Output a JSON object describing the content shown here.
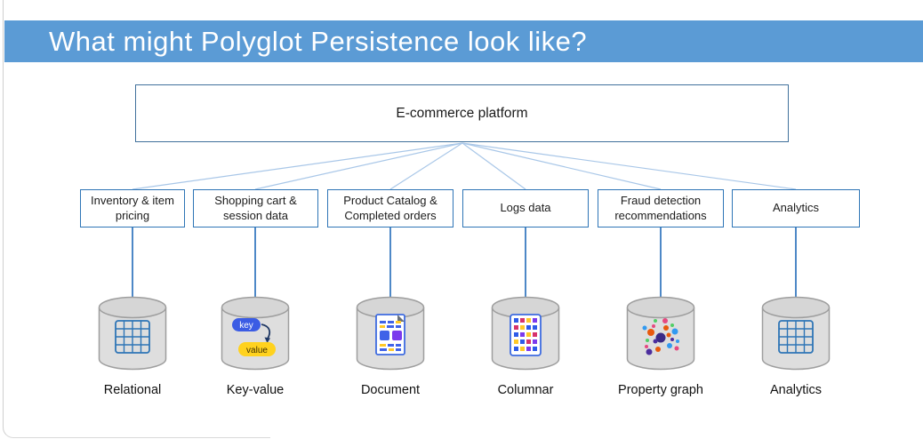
{
  "slide": {
    "title": "What might Polyglot Persistence look like?",
    "root_box": "E-commerce platform",
    "branches": [
      {
        "box_label": "Inventory & item pricing",
        "db_type": "Relational",
        "icon": "table-grid-icon"
      },
      {
        "box_label": "Shopping cart & session data",
        "db_type": "Key-value",
        "icon": "key-value-icon",
        "key_text": "key",
        "value_text": "value"
      },
      {
        "box_label": "Product Catalog & Completed orders",
        "db_type": "Document",
        "icon": "document-icon"
      },
      {
        "box_label": "Logs data",
        "db_type": "Columnar",
        "icon": "columnar-grid-icon"
      },
      {
        "box_label": "Fraud detection recommendations",
        "db_type": "Property graph",
        "icon": "scatter-dots-icon"
      },
      {
        "box_label": "Analytics",
        "db_type": "Analytics",
        "icon": "table-grid-icon"
      }
    ],
    "colors": {
      "banner_blue": "#5B9BD5",
      "root_box_border": "#41719C",
      "branch_box_border": "#2E75B6",
      "connector_fan": "#A9C7E8",
      "connector_vertical": "#4E88C7",
      "cylinder_fill": "#DEDEDE",
      "cylinder_stroke": "#9E9E9E",
      "table_icon_blue": "#2E75B6",
      "key_pill_blue": "#3B5CE4",
      "value_pill_yellow": "#FFD21E"
    }
  }
}
